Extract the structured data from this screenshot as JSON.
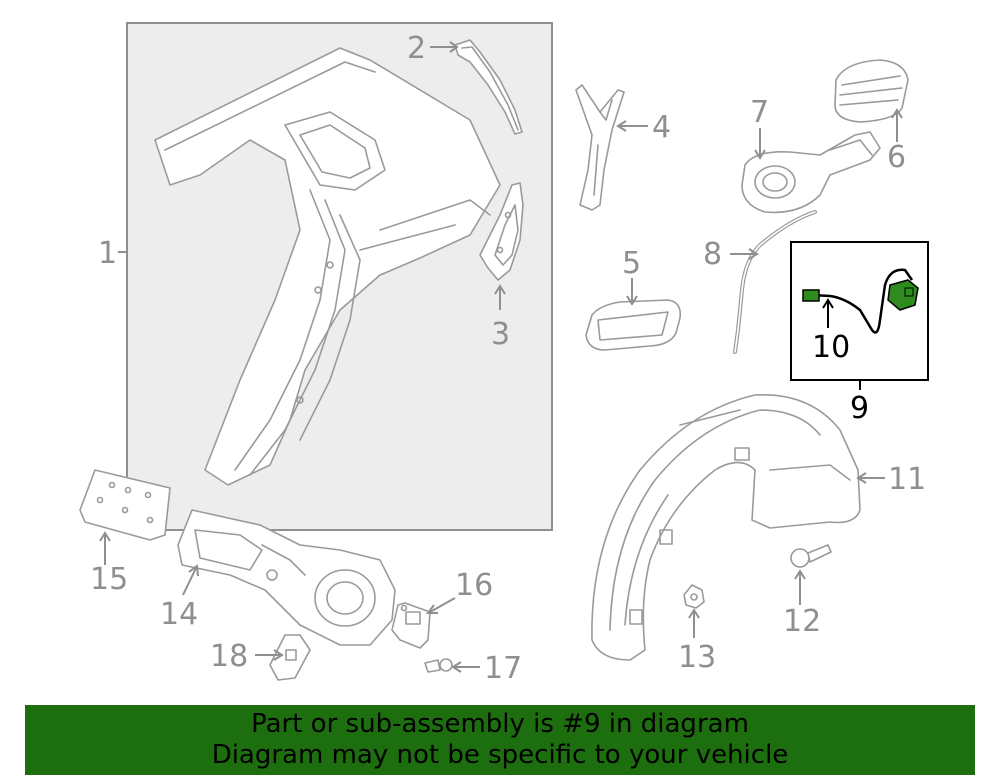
{
  "diagram": {
    "callouts": [
      {
        "id": "1",
        "text": "1"
      },
      {
        "id": "2",
        "text": "2"
      },
      {
        "id": "3",
        "text": "3"
      },
      {
        "id": "4",
        "text": "4"
      },
      {
        "id": "5",
        "text": "5"
      },
      {
        "id": "6",
        "text": "6"
      },
      {
        "id": "7",
        "text": "7"
      },
      {
        "id": "8",
        "text": "8"
      },
      {
        "id": "9",
        "text": "9"
      },
      {
        "id": "10",
        "text": "10"
      },
      {
        "id": "11",
        "text": "11"
      },
      {
        "id": "12",
        "text": "12"
      },
      {
        "id": "13",
        "text": "13"
      },
      {
        "id": "14",
        "text": "14"
      },
      {
        "id": "15",
        "text": "15"
      },
      {
        "id": "16",
        "text": "16"
      },
      {
        "id": "17",
        "text": "17"
      },
      {
        "id": "18",
        "text": "18"
      }
    ],
    "highlighted_part": "9",
    "colors": {
      "line_art": "#9a9a9a",
      "highlight_part": "#2e8b1e",
      "banner_bg": "#1d6e0e",
      "panel_bg": "#ededed"
    }
  },
  "banner": {
    "line1": "Part or sub-assembly is #9 in diagram",
    "line2": "Diagram may not be specific to your vehicle"
  }
}
